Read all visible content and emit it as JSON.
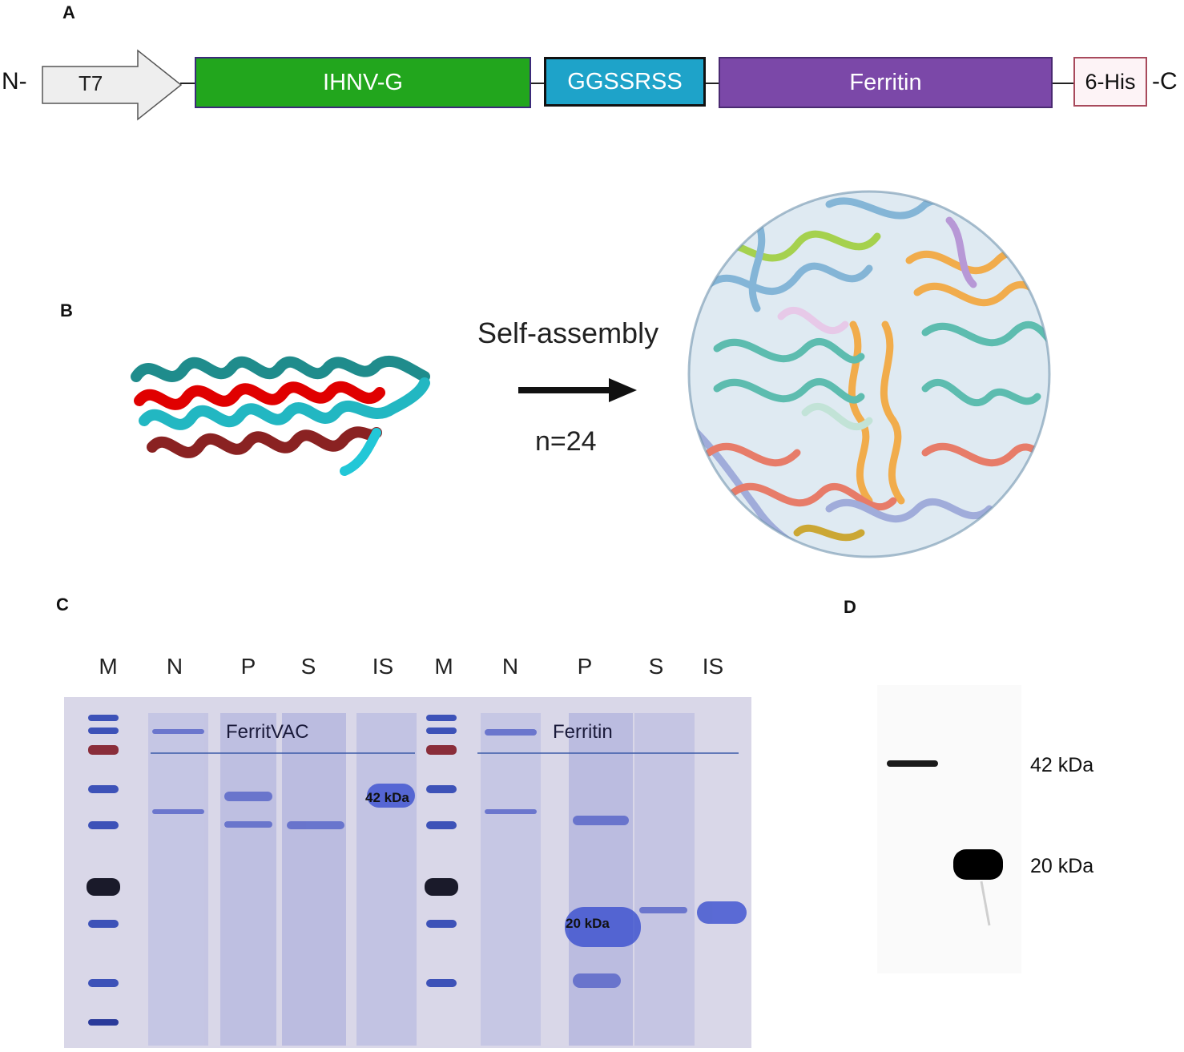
{
  "panels": {
    "a": "A",
    "b": "B",
    "c": "C",
    "d": "D"
  },
  "construct": {
    "n_term": "N-",
    "c_term": "-C",
    "t7": "T7",
    "ihnv_g": "IHNV-G",
    "linker": "GGSSRSS",
    "ferritin": "Ferritin",
    "his_tag": "6-His",
    "colors": {
      "t7": "#eeeeee",
      "ihnv_g": "#22a61d",
      "linker": "#1ea3c9",
      "ferritin": "#7b48a8",
      "his_tag": "#fdf3f6",
      "his_border": "#a84a5c"
    }
  },
  "assembly": {
    "arrow_top": "Self-assembly",
    "arrow_bottom": "n=24"
  },
  "gel": {
    "lanes": [
      "M",
      "N",
      "P",
      "S",
      "IS",
      "M",
      "N",
      "P",
      "S",
      "IS"
    ],
    "group_left": "FerritVAC",
    "group_right": "Ferritin",
    "band_42": "42 kDa",
    "band_20": "20 kDa"
  },
  "western": {
    "label_42": "42 kDa",
    "label_20": "20 kDa"
  }
}
